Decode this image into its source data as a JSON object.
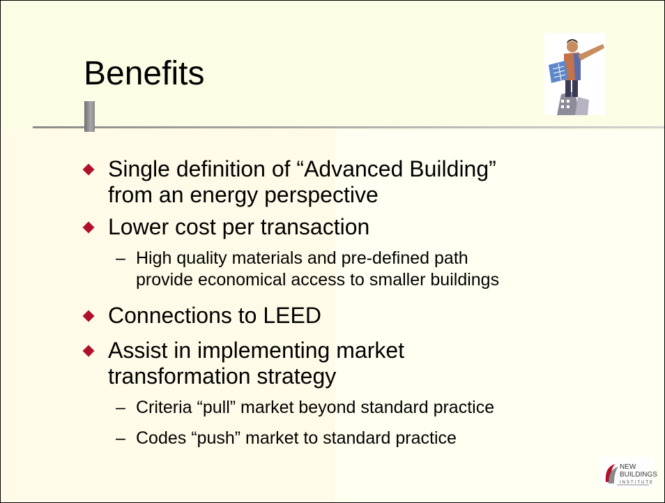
{
  "slide": {
    "title": "Benefits",
    "bullets": [
      {
        "lines": [
          "Single definition of “Advanced Building”",
          "from an energy perspective"
        ]
      },
      {
        "lines": [
          "Lower cost per transaction"
        ],
        "sub": [
          {
            "lines": [
              "High quality materials and pre-defined path",
              "provide economical access to smaller buildings"
            ]
          }
        ]
      },
      {
        "lines": [
          "Connections to LEED"
        ]
      },
      {
        "lines": [
          "Assist in implementing market",
          "transformation strategy"
        ],
        "sub": [
          {
            "lines": [
              "Criteria “pull” market beyond standard practice"
            ]
          },
          {
            "lines": [
              "Codes “push” market to standard practice"
            ]
          }
        ]
      }
    ],
    "sub_marker": "–",
    "bullet_color": "#b1102b",
    "logo": {
      "line1": "NEW",
      "line2": "BUILDINGS",
      "line3": "INSTITUTE"
    },
    "clipart_icon": "man-pointing-with-blueprint-icon"
  }
}
